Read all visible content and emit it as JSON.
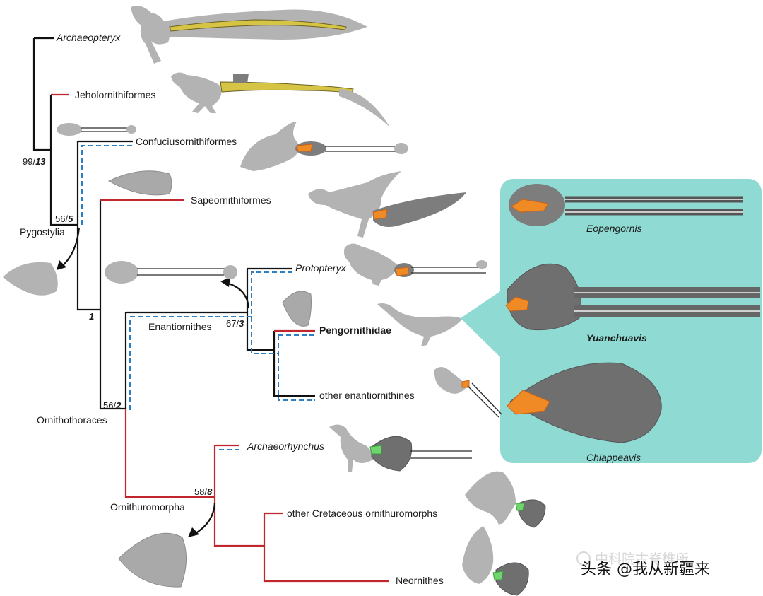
{
  "clades": {
    "archaeopteryx": "Archaeopteryx",
    "jeholornithiformes": "Jeholornithiformes",
    "confuciusornithiformes": "Confuciusornithiformes",
    "sapeornithiformes": "Sapeornithiformes",
    "protopteryx": "Protopteryx",
    "pengornithidae": "Pengornithidae",
    "other_enantiornithines": "other enantiornithines",
    "archaeorhynchus": "Archaeorhynchus",
    "other_cretaceous_ornithuromorphs": "other Cretaceous ornithuromorphs",
    "neornithes": "Neornithes"
  },
  "groups": {
    "pygostylia": "Pygostylia",
    "enantiornithes": "Enantiornithes",
    "ornithothoraces": "Ornithothoraces",
    "ornithuromorpha": "Ornithuromorpha"
  },
  "node_support": {
    "n1": {
      "bootstrap": "99/",
      "bremer": "13"
    },
    "n2": {
      "bootstrap": "56/",
      "bremer": "5"
    },
    "n3": {
      "bootstrap": "",
      "bremer": "1"
    },
    "n4": {
      "bootstrap": "56/",
      "bremer": "2"
    },
    "n5": {
      "bootstrap": "67/",
      "bremer": "3"
    },
    "n6": {
      "bootstrap": "58/",
      "bremer": "8"
    }
  },
  "inset": {
    "background": "#8fdbd3",
    "taxa": [
      "Eopengornis",
      "Yuanchuavis",
      "Chiappeavis"
    ]
  },
  "colors": {
    "branch_default": "#111111",
    "branch_red": "#c0262b",
    "branch_blue_dashed": "#2f7fc0",
    "pygostyle_orange": "#f08a24",
    "pygostyle_green": "#6fd66f"
  },
  "watermark": {
    "text": "头条 @我从新疆来",
    "faint_text": "中科院古脊椎所"
  }
}
